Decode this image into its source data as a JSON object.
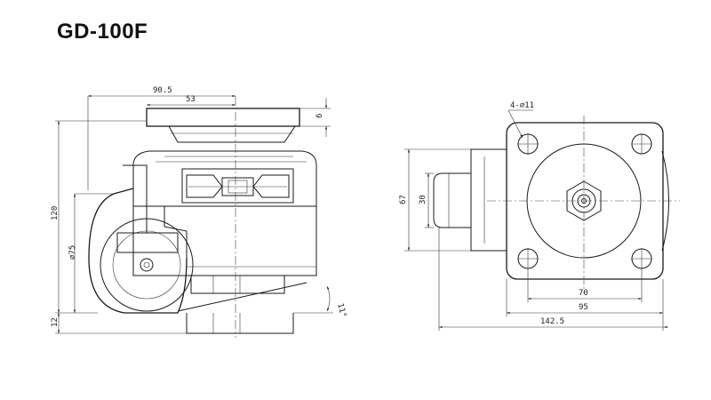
{
  "title": "GD-100F",
  "side_view": {
    "dims": {
      "overall_width": "90.5",
      "plate_offset": "53",
      "plate_thickness": "6",
      "height": "120",
      "wheel_dia": "⌀75",
      "foot_height": "12",
      "angle": "11°"
    }
  },
  "top_view": {
    "dims": {
      "holes": "4-⌀11",
      "hole_pitch": "70",
      "plate_width": "95",
      "overall_length": "142.5",
      "body_height": "67",
      "inner_height": "30"
    }
  },
  "colors": {
    "line": "#1a1a1a",
    "background": "#ffffff"
  }
}
